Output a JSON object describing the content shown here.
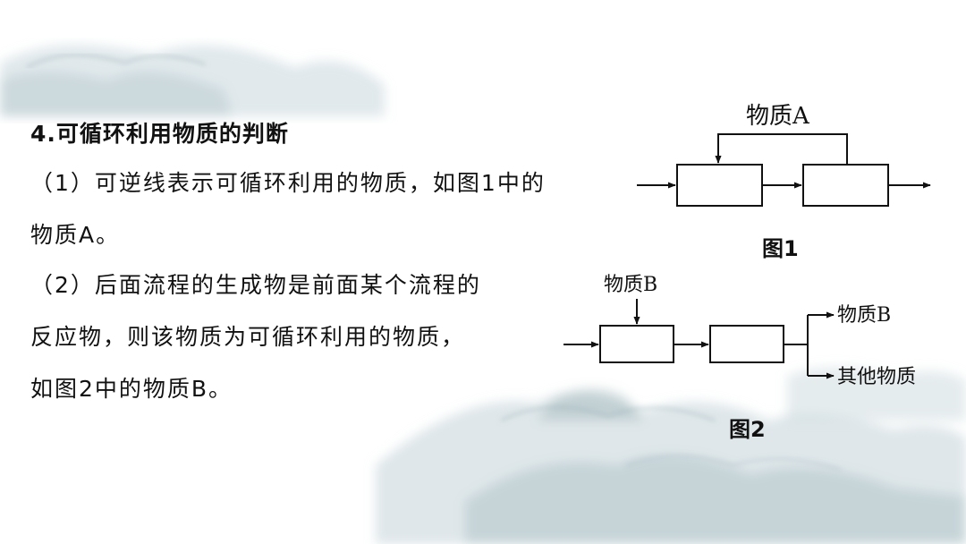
{
  "heading": "4.可循环利用物质的判断",
  "para1": [
    "（1）可逆线表示可循环利用的物质，如图1中的",
    "物质A。"
  ],
  "para2": [
    "（2）后面流程的生成物是前面某个流程的",
    "反应物，则该物质为可循环利用的物质，",
    "如图2中的物质B。"
  ],
  "figure1": {
    "label_top": "物质A",
    "caption": "图1"
  },
  "figure2": {
    "label_input": "物质B",
    "label_out1": "物质B",
    "label_out2": "其他物质",
    "caption": "图2"
  }
}
